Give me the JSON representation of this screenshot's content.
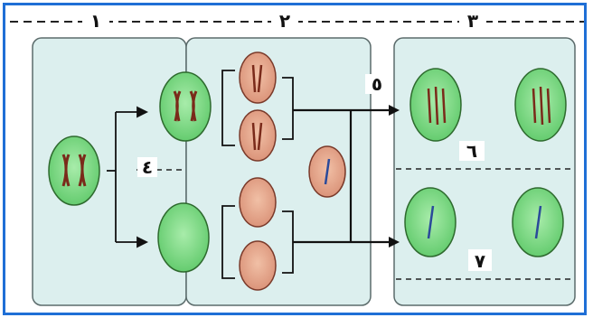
{
  "labels": {
    "panel_1": "١",
    "panel_2": "٢",
    "panel_3": "٣",
    "label_4": "٤",
    "label_5": "٥",
    "label_6": "٦",
    "label_7": "٧"
  },
  "colors": {
    "frame_border": "#1f6fd6",
    "panel_fill": "#dcefee",
    "panel_border": "#5b6b6b",
    "green_cell": "#7fd97f",
    "salmon_cell": "#e9a88a",
    "chromosome": "#7a2a1a",
    "chromosome_blue": "#2a4a9a"
  }
}
